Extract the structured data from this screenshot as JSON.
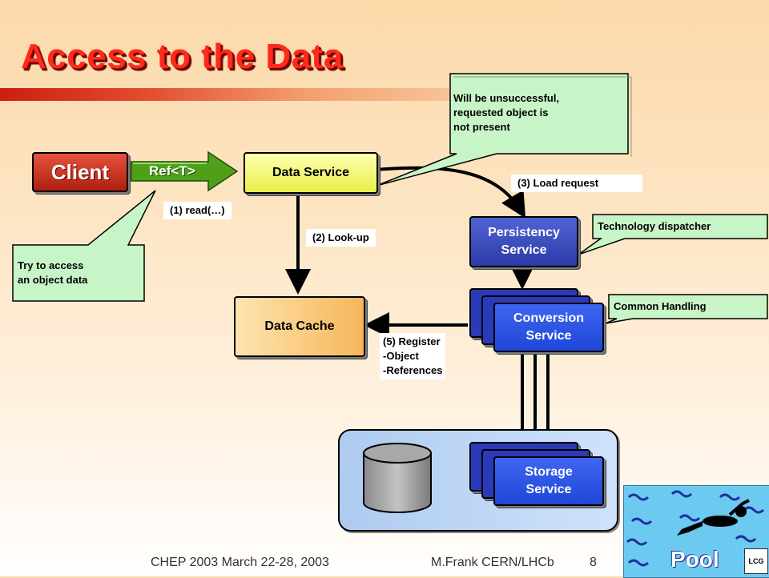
{
  "slide": {
    "title": "Access to the Data",
    "footer_left": "CHEP 2003 March 22-28, 2003",
    "footer_right": "M.Frank CERN/LHCb",
    "page_number": "8"
  },
  "nodes": {
    "client": "Client",
    "ref": "Ref<T>",
    "data_service": "Data Service",
    "persistency_service": [
      "Persistency",
      "Service"
    ],
    "conversion_service": [
      "Conversion",
      "Service"
    ],
    "data_cache": "Data Cache",
    "storage_service": [
      "Storage",
      "Service"
    ]
  },
  "labels": {
    "read": "(1) read(…)",
    "lookup": "(2) Look-up",
    "load_request": "(3) Load request",
    "register": [
      "(5) Register",
      "-Object",
      "-References"
    ]
  },
  "callouts": {
    "unsuccessful": [
      "Will be unsuccessful,",
      "requested object is",
      "not present"
    ],
    "try_access": [
      "Try to access",
      "an object data"
    ],
    "tech_dispatcher": "Technology dispatcher",
    "common_handling": "Common Handling"
  },
  "logo": {
    "text": "Pool",
    "badge": "LCG"
  },
  "colors": {
    "title": "#ff2a1a",
    "client": "#c3301c",
    "data_service": "#eef26a",
    "persistency": "#3a4ac0",
    "conversion": "#2a56e6",
    "data_cache": "#f8c779",
    "callout": "#c8f5c8",
    "storage_panel": "#c0d8f5",
    "arrow_ref": "#4fa019"
  }
}
